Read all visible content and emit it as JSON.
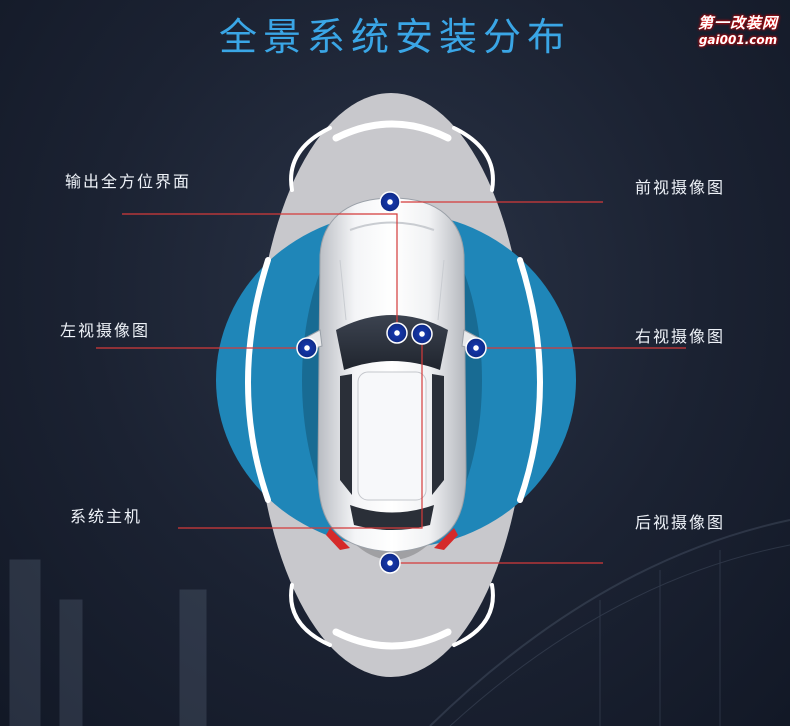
{
  "title": "全景系统安装分布",
  "brand": {
    "name": "第一改装网",
    "site": "gai001.com"
  },
  "labels": {
    "display_output": "输出全方位界面",
    "left_camera": "左视摄像图",
    "system_host": "系统主机",
    "front_camera": "前视摄像图",
    "right_camera": "右视摄像图",
    "rear_camera": "后视摄像图"
  },
  "colors": {
    "title": "#3aa6e6",
    "background": "#1b2232",
    "front_rear_zone": "#c8c8cc",
    "side_zone": "#1f86b8",
    "pointer_line": "#d43a3a",
    "camera_marker": "#1436a8"
  }
}
